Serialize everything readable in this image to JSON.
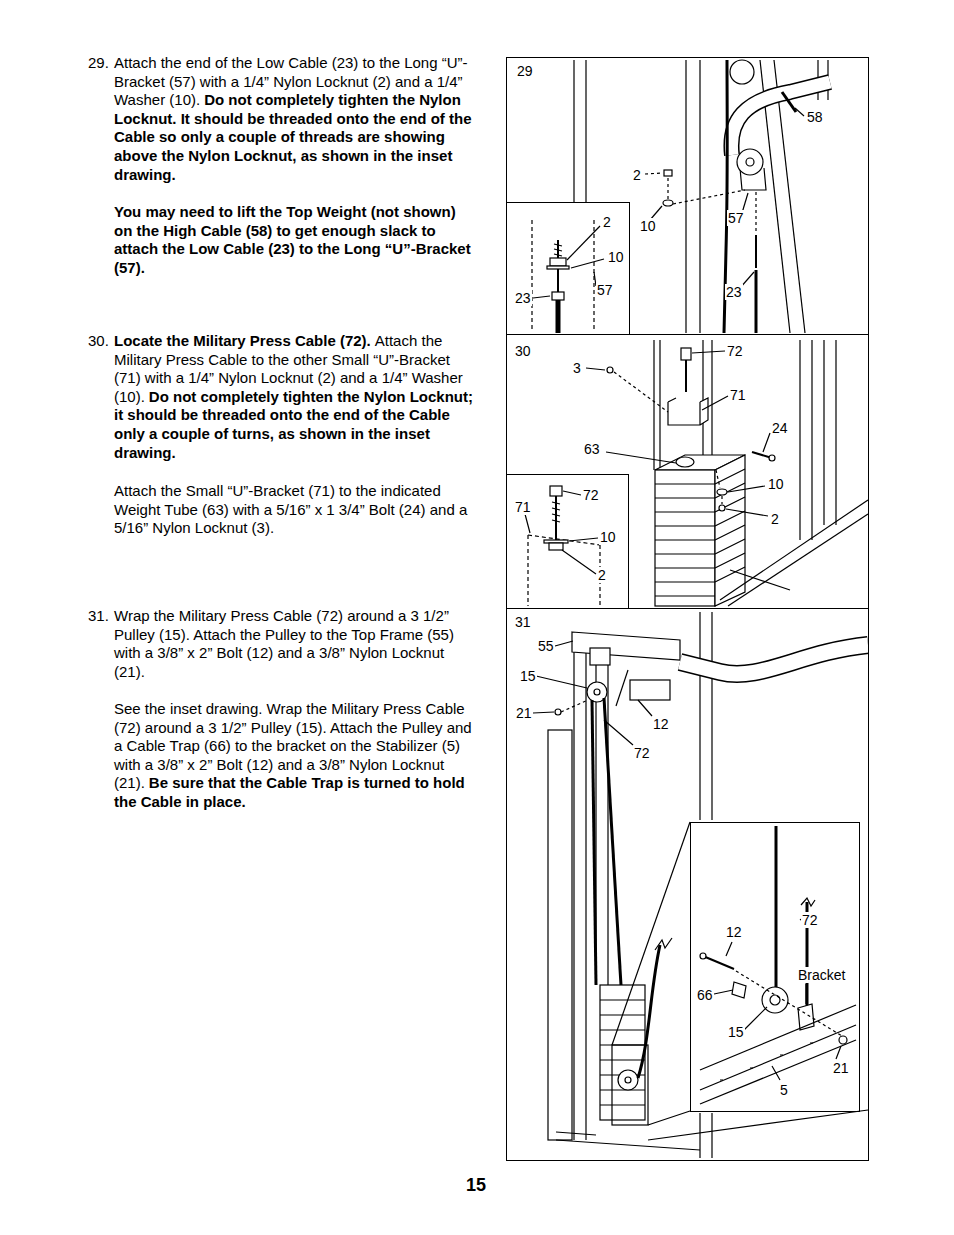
{
  "diagram": {
    "nodes": [
      {
        "text": [
          "29",
          "58",
          "2",
          "10",
          "57",
          "23"
        ]
      },
      {
        "text": [
          "2",
          "10",
          "23",
          "57"
        ],
        "in": 0
      },
      {
        "text": [
          "30",
          "3",
          "72",
          "71",
          "24",
          "63",
          "10",
          "2"
        ]
      },
      {
        "text": [
          "72",
          "71",
          "10",
          "2"
        ],
        "in": 2
      },
      {
        "text": [
          "31",
          "55",
          "15",
          "21",
          "12",
          "72"
        ]
      },
      {
        "text": [
          "12",
          "72",
          "Bracket",
          "66",
          "15",
          "21",
          "5"
        ],
        "in": 4
      }
    ],
    "labels": [
      "29.",
      "Attach the end of the Low Cable (23) to the Long “U”-Bracket (57) with a 1/4” Nylon Locknut (2) and a 1/4” Washer (10).",
      "Do not completely tighten the Nylon Locknut. It should be threaded onto the end of the Cable so only a couple of threads are showing above the Nylon Locknut, as shown in the inset drawing.",
      "You may need to lift the Top Weight (not shown) on the High Cable (58) to get enough slack to attach the Low Cable (23) to the Long “U”-Bracket (57).",
      "30.",
      "Locate the Military Press Cable (72).",
      "Attach the Military Press Cable to the other Small “U”-Bracket (71) with a 1/4” Nylon Locknut (2) and a 1/4” Washer (10).",
      "Do not completely tighten the Nylon Locknut; it should be threaded onto the end of the Cable only a couple of turns, as shown in the inset drawing.",
      "Attach the Small “U”-Bracket (71) to the indicated Weight Tube (63) with a 5/16” x 1 3/4” Bolt (24) and a 5/16” Nylon Locknut (3).",
      "31.",
      "Wrap the Military Press Cable (72) around a 3 1/2” Pulley (15). Attach the Pulley to the Top Frame (55) with a 3/8” x 2” Bolt (12) and a 3/8” Nylon Locknut (21).",
      "See the inset drawing. Wrap the Military Press Cable (72) around a 3 1/2” Pulley (15). Attach the Pulley and a Cable Trap (66) to the bracket on the Stabilizer (5) with a 3/8” x 2” Bolt (12) and a 3/8” Nylon Locknut (21).",
      "Be sure that the Cable Trap is turned to hold the Cable in place.",
      "15"
    ]
  }
}
